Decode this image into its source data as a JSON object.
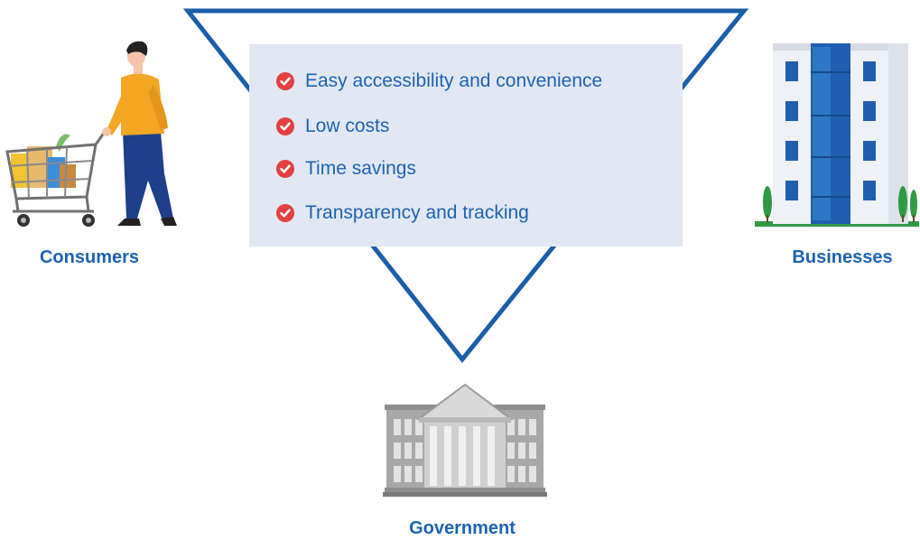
{
  "benefits": [
    {
      "label": "Easy accessibility and convenience",
      "icon": "check-circle-icon"
    },
    {
      "label": "Low costs",
      "icon": "check-circle-icon"
    },
    {
      "label": "Time savings",
      "icon": "check-circle-icon"
    },
    {
      "label": "Transparency and tracking",
      "icon": "check-circle-icon"
    }
  ],
  "actors": {
    "consumers": {
      "label": "Consumers",
      "icon": "shopper-with-cart-icon"
    },
    "businesses": {
      "label": "Businesses",
      "icon": "office-building-icon"
    },
    "government": {
      "label": "Government",
      "icon": "government-building-icon"
    }
  },
  "colors": {
    "triangle": "#1a5ea9",
    "label_text": "#1c63b1",
    "panel_background": "#e1e8f3",
    "check": "#e3403f"
  }
}
